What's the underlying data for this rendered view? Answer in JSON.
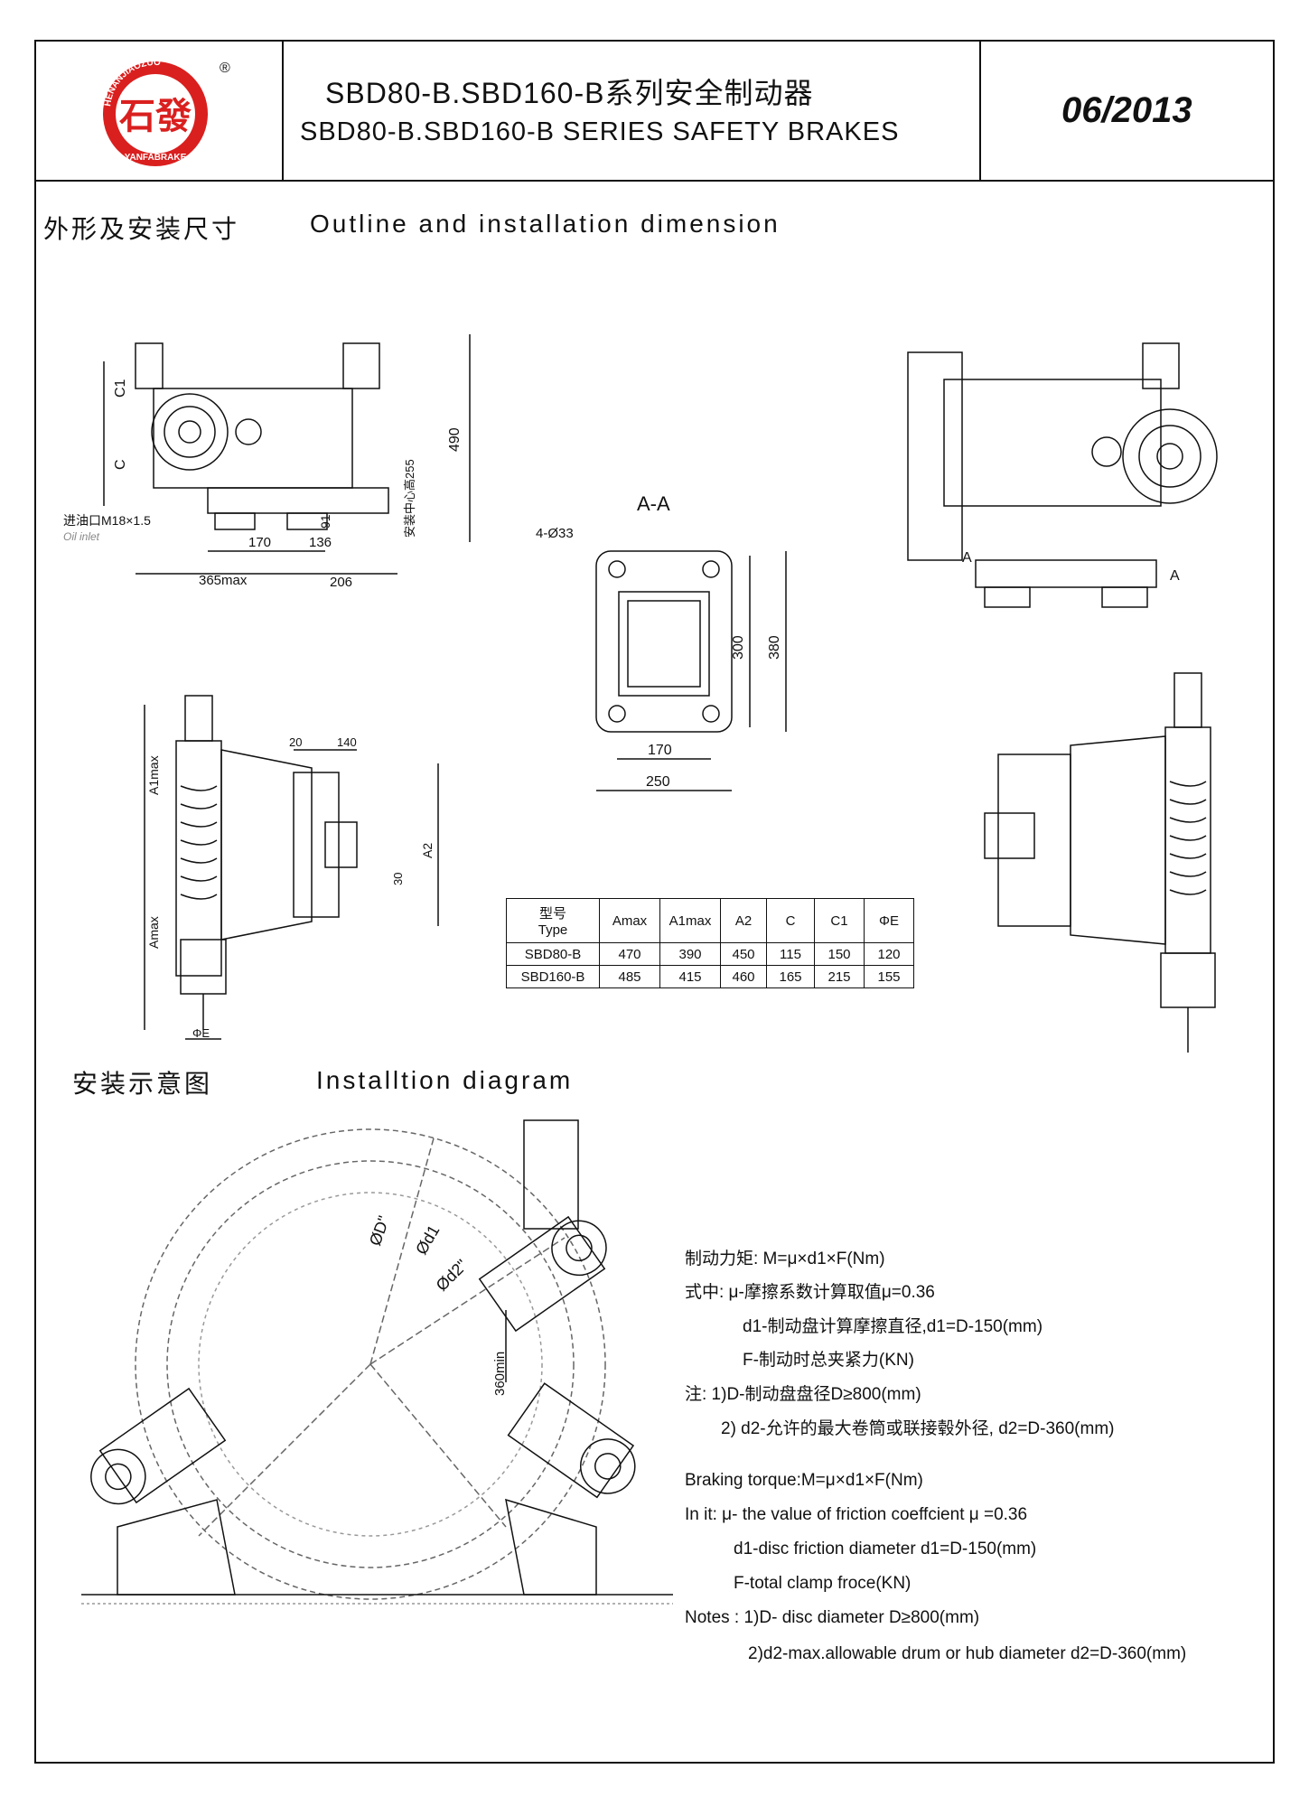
{
  "header": {
    "logo": {
      "arc_text": "HENANJIAOZUO",
      "char": "石發",
      "brand": "YANFABRAKE",
      "mark": "®",
      "color": "#d9201f"
    },
    "title_cn": "SBD80-B.SBD160-B系列安全制动器",
    "title_en": "SBD80-B.SBD160-B SERIES SAFETY BRAKES",
    "date": "06/2013"
  },
  "section1": {
    "title_cn": "外形及安装尺寸",
    "title_en": "Outline and installation dimension"
  },
  "section2": {
    "title_cn": "安装示意图",
    "title_en": "Installtion diagram"
  },
  "drawing_labels": {
    "c1": "C1",
    "c": "C",
    "oil_inlet": "进油口M18×1.5",
    "oil_inlet_en": "Oil inlet",
    "d170": "170",
    "d136": "136",
    "d365": "365max",
    "d206": "206",
    "d91": "91",
    "center_height": "安装中心高255",
    "d490": "490",
    "section_aa": "A-A",
    "holes": "4-Ø33",
    "d300": "300",
    "d380": "380",
    "d170b": "170",
    "d250": "250",
    "sec_a1": "A",
    "sec_a2": "A",
    "a1max": "A1max",
    "amax": "Amax",
    "d20": "20",
    "d140": "140",
    "a2": "A2",
    "d30": "30",
    "phi_e": "ΦE",
    "od": "ØD\"",
    "od1": "Ød1",
    "od2": "Ød2\"",
    "d360min": "360min"
  },
  "table": {
    "headers": [
      "型号\nType",
      "Amax",
      "A1max",
      "A2",
      "C",
      "C1",
      "ΦE"
    ],
    "header_cn": "型号",
    "header_en": "Type",
    "rows": [
      [
        "SBD80-B",
        "470",
        "390",
        "450",
        "115",
        "150",
        "120"
      ],
      [
        "SBD160-B",
        "485",
        "415",
        "460",
        "165",
        "215",
        "155"
      ]
    ]
  },
  "notes_cn": [
    "制动力矩:  M=μ×d1×F(Nm)",
    "式中: μ-摩擦系数计算取值μ=0.36",
    "d1-制动盘计算摩擦直径,d1=D-150(mm)",
    "F-制动时总夹紧力(KN)",
    "注: 1)D-制动盘盘径D≥800(mm)",
    "2) d2-允许的最大卷筒或联接毂外径, d2=D-360(mm)"
  ],
  "notes_en": [
    "Braking torque:M=μ×d1×F(Nm)",
    "In it:  μ- the value of friction coeffcient μ =0.36",
    "d1-disc friction diameter d1=D-150(mm)",
    "F-total clamp froce(KN)",
    "Notes : 1)D- disc diameter D≥800(mm)",
    "2)d2-max.allowable drum or hub diameter d2=D-360(mm)"
  ]
}
